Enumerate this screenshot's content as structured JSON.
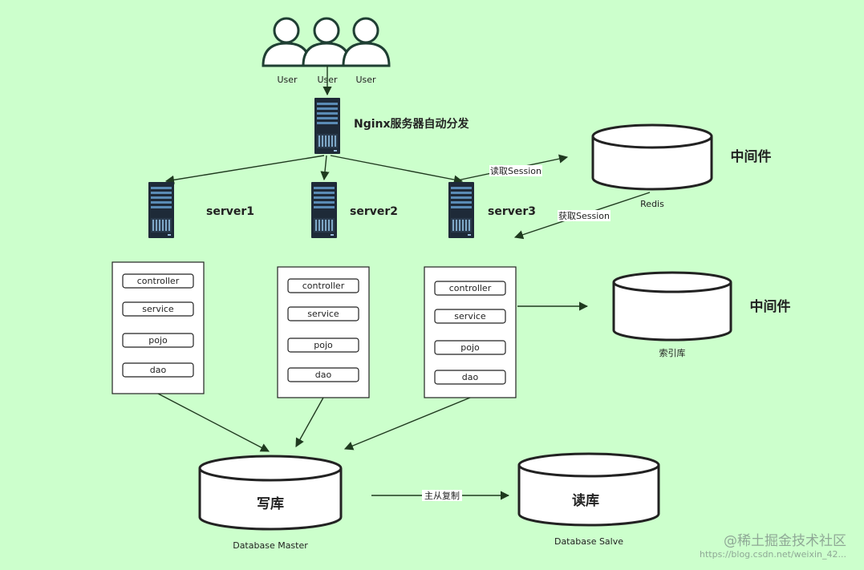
{
  "users": [
    "User",
    "User",
    "User"
  ],
  "nginx_label": "Nginx服务器自动分发",
  "servers": [
    "server1",
    "server2",
    "server3"
  ],
  "layers": [
    "controller",
    "service",
    "pojo",
    "dao"
  ],
  "redis": {
    "title": "中间件",
    "caption": "Redis"
  },
  "index_store": {
    "title": "中间件",
    "caption": "索引库"
  },
  "write_db": {
    "title": "写库",
    "caption": "Database Master"
  },
  "read_db": {
    "title": "读库",
    "caption": "Database Salve"
  },
  "edges": {
    "read_session": "读取Session",
    "get_session": "获取Session",
    "replication": "主从复制"
  },
  "watermark": {
    "brand": "@稀土掘金技术社区",
    "url": "https://blog.csdn.net/weixin_42..."
  },
  "colors": {
    "background": "#ccffcc",
    "server": "#1e2a38",
    "server_slot": "#5a8bb5",
    "arrow": "#1f3a1f"
  }
}
